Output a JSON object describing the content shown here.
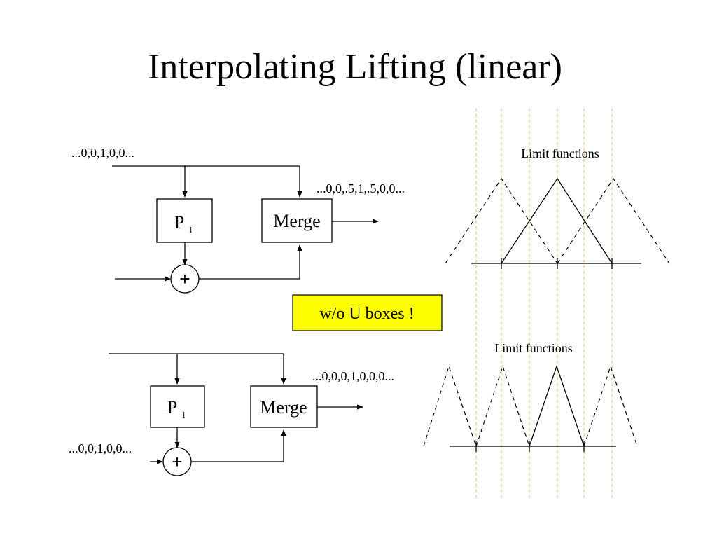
{
  "title": "Interpolating Lifting (linear)",
  "top_diagram": {
    "input_seq": "...0,0,1,0,0...",
    "output_seq": "...0,0,.5,1,.5,0,0...",
    "predict_label": "P",
    "predict_sub": "l",
    "merge_label": "Merge",
    "adder_symbol": "+"
  },
  "bottom_diagram": {
    "input_seq": "...0,0,1,0,0...",
    "output_seq": "...0,0,0,1,0,0,0...",
    "predict_label": "P",
    "predict_sub": "l",
    "merge_label": "Merge",
    "adder_symbol": "+"
  },
  "note": "w/o U boxes !",
  "note_color": "#ffff00",
  "guide_color": "#f4a968",
  "plot_top": {
    "title": "Limit functions"
  },
  "plot_bottom": {
    "title": "Limit functions"
  }
}
